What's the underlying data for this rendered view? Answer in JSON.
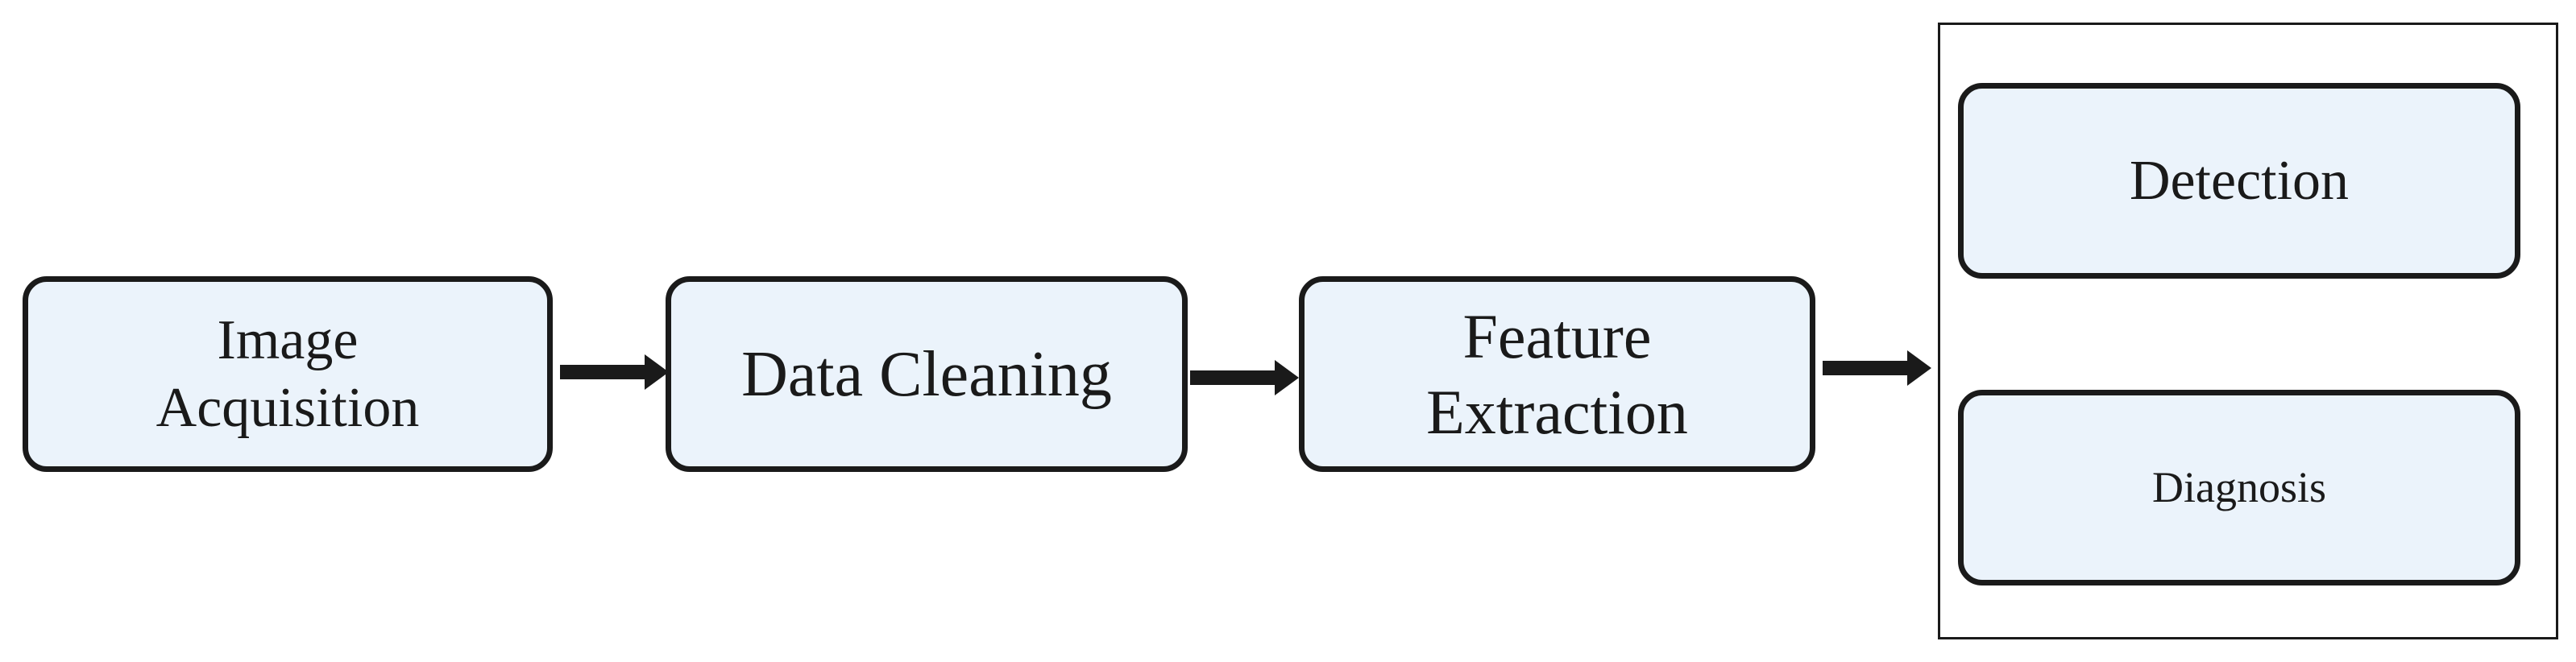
{
  "diagram": {
    "steps": [
      {
        "id": "image-acquisition",
        "label": "Image\nAcquisition"
      },
      {
        "id": "data-cleaning",
        "label": "Data Cleaning"
      },
      {
        "id": "feature-extraction",
        "label": "Feature\nExtraction"
      }
    ],
    "outputs": [
      {
        "id": "detection",
        "label": "Detection"
      },
      {
        "id": "diagnosis",
        "label": "Diagnosis"
      }
    ],
    "colors": {
      "box_fill": "#ebf3fb",
      "stroke": "#1a1a1a",
      "background": "#ffffff"
    }
  }
}
